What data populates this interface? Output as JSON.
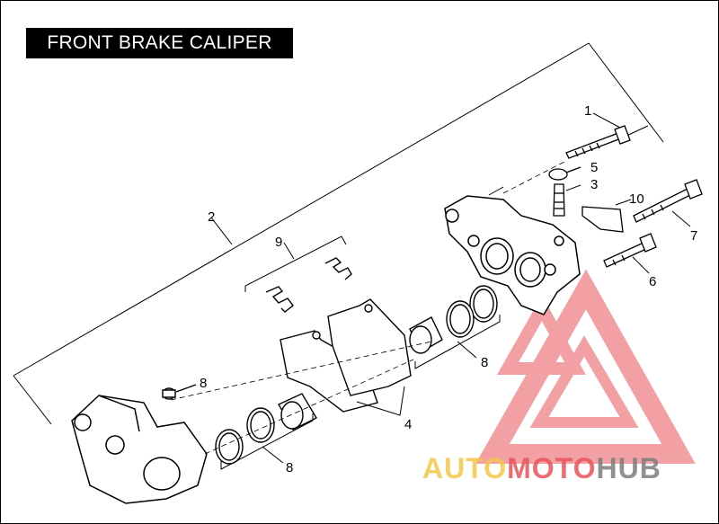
{
  "title": "FRONT BRAKE CALIPER",
  "callouts": [
    {
      "id": "1",
      "label": "1"
    },
    {
      "id": "2",
      "label": "2"
    },
    {
      "id": "3",
      "label": "3"
    },
    {
      "id": "4",
      "label": "4"
    },
    {
      "id": "5",
      "label": "5"
    },
    {
      "id": "6",
      "label": "6"
    },
    {
      "id": "7",
      "label": "7"
    },
    {
      "id": "8a",
      "label": "8"
    },
    {
      "id": "8b",
      "label": "8"
    },
    {
      "id": "8c",
      "label": "8"
    },
    {
      "id": "9",
      "label": "9"
    },
    {
      "id": "10",
      "label": "10"
    }
  ],
  "watermark": {
    "part1": "AUTO",
    "part2": "MOTO",
    "part3": "HUB",
    "color_yellow": "#f5c74a",
    "color_red": "#e8545a",
    "color_gray": "#7d7d7d"
  }
}
